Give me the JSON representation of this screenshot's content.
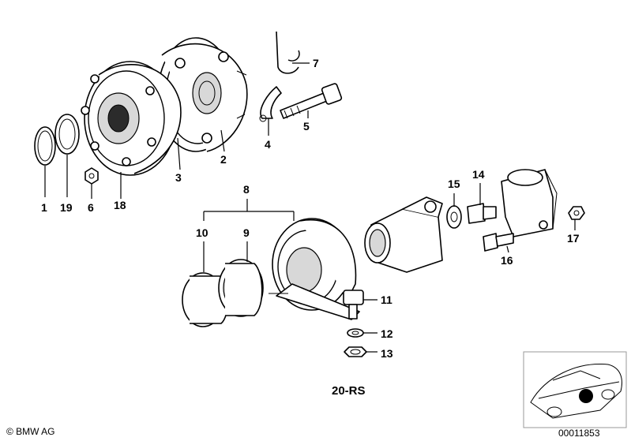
{
  "labels": {
    "p1": "1",
    "p2": "2",
    "p3": "3",
    "p4": "4",
    "p5": "5",
    "p6": "6",
    "p7": "7",
    "p8": "8",
    "p9": "9",
    "p10": "10",
    "p11": "11",
    "p12": "12",
    "p13": "13",
    "p14": "14",
    "p15": "15",
    "p16": "16",
    "p17": "17",
    "p18": "18",
    "p19": "19"
  },
  "model_code": "20-RS",
  "copyright": "© BMW AG",
  "diagram_number": "00011853"
}
